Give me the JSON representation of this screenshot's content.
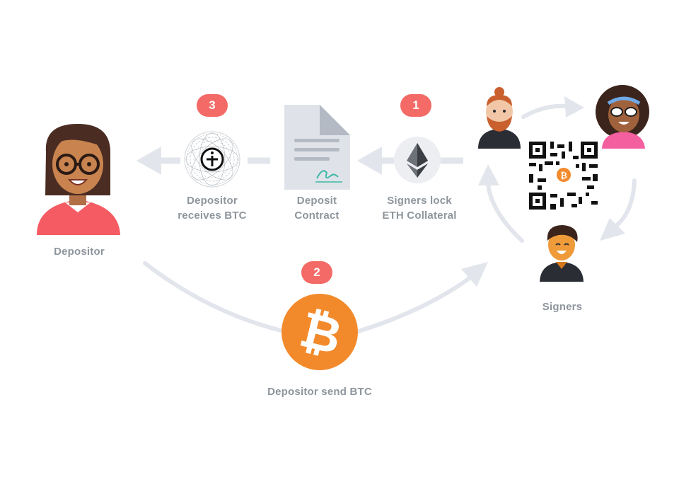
{
  "steps": {
    "one": "1",
    "two": "2",
    "three": "3"
  },
  "labels": {
    "depositor": "Depositor",
    "depositor_receives": "Depositor\nreceives BTC",
    "deposit_contract": "Deposit\nContract",
    "signers_lock": "Signers lock\nETH Collateral",
    "signers": "Signers",
    "depositor_send": "Depositor send BTC"
  },
  "colors": {
    "badge": "#f46a66",
    "arrow": "#e2e6ec",
    "label_text": "#8e959c",
    "bitcoin": "#f28a2b",
    "depositor_shirt": "#f45b63"
  }
}
